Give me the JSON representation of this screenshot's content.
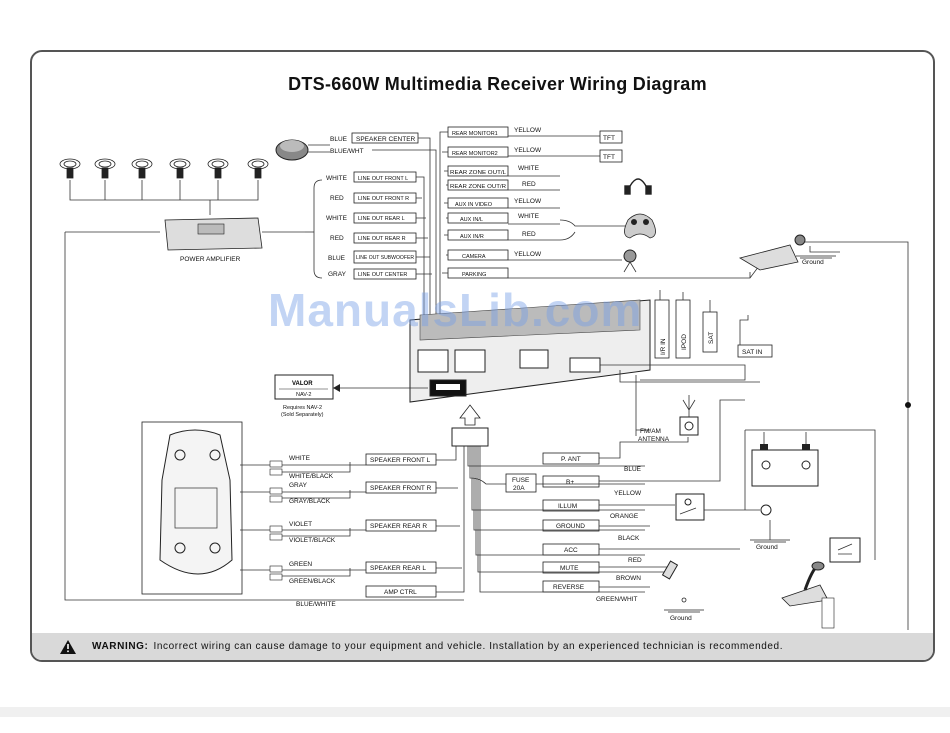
{
  "title": "DTS-660W Multimedia Receiver Wiring Diagram",
  "watermark": "ManualsLib.com",
  "warning": {
    "label": "WARNING:",
    "text": "Incorrect wiring can cause damage to your equipment and vehicle. Installation by an experienced technician is recommended."
  },
  "amplifier": {
    "label": "POWER AMPLIFIER"
  },
  "nav": {
    "brand": "VALOR",
    "model": "NAV-2",
    "note1": "Requires NAV-2",
    "note2": "(Sold Separately)"
  },
  "top_left": [
    {
      "color": "BLUE",
      "label": "SPEAKER CENTER"
    },
    {
      "color": "BLUE/WHT",
      "label": ""
    }
  ],
  "line_outs": [
    {
      "color": "WHITE",
      "label": "LINE OUT FRONT L"
    },
    {
      "color": "RED",
      "label": "LINE OUT FRONT R"
    },
    {
      "color": "WHITE",
      "label": "LINE OUT REAR L"
    },
    {
      "color": "RED",
      "label": "LINE OUT REAR R"
    },
    {
      "color": "BLUE",
      "label": "LINE OUT SUBWOOFER"
    },
    {
      "color": "GRAY",
      "label": "LINE OUT CENTER"
    }
  ],
  "right_inputs": [
    {
      "label": "REAR MONITOR1",
      "color": "YELLOW"
    },
    {
      "label": "REAR MONITOR2",
      "color": "YELLOW"
    },
    {
      "label": "REAR ZONE OUT/L",
      "color": "WHITE"
    },
    {
      "label": "REAR ZONE OUT/R",
      "color": "RED"
    },
    {
      "label": "AUX IN VIDEO",
      "color": "YELLOW"
    },
    {
      "label": "AUX IN/L",
      "color": "WHITE"
    },
    {
      "label": "AUX IN/R",
      "color": "RED"
    },
    {
      "label": "CAMERA",
      "color": "YELLOW"
    },
    {
      "label": "PARKING",
      "color": ""
    }
  ],
  "tft": [
    "TFT",
    "TFT"
  ],
  "side_ports": [
    "I/R IN",
    "IPOD",
    "SAT",
    "SAT IN"
  ],
  "speakers": [
    {
      "color": "WHITE",
      "color2": "WHITE/BLACK",
      "label": "SPEAKER FRONT L"
    },
    {
      "color": "GRAY",
      "color2": "GRAY/BLACK",
      "label": "SPEAKER FRONT R"
    },
    {
      "color": "VIOLET",
      "color2": "VIOLET/BLACK",
      "label": "SPEAKER REAR R"
    },
    {
      "color": "GREEN",
      "color2": "GREEN/BLACK",
      "label": "SPEAKER REAR L"
    }
  ],
  "amp_ctrl": {
    "label": "AMP CTRL",
    "color": "BLUE/WHITE"
  },
  "power": [
    {
      "label": "P. ANT",
      "color": "BLUE"
    },
    {
      "label": "B+",
      "color": "YELLOW"
    },
    {
      "label": "ILLUM",
      "color": "ORANGE"
    },
    {
      "label": "GROUND",
      "color": "BLACK"
    },
    {
      "label": "ACC",
      "color": "RED"
    },
    {
      "label": "MUTE",
      "color": "BROWN"
    },
    {
      "label": "REVERSE",
      "color": "GREEN/WHIT"
    }
  ],
  "fuse": {
    "line1": "FUSE",
    "line2": "20A"
  },
  "antenna": {
    "line1": "FM/AM",
    "line2": "ANTENNA"
  },
  "ground": "Ground"
}
